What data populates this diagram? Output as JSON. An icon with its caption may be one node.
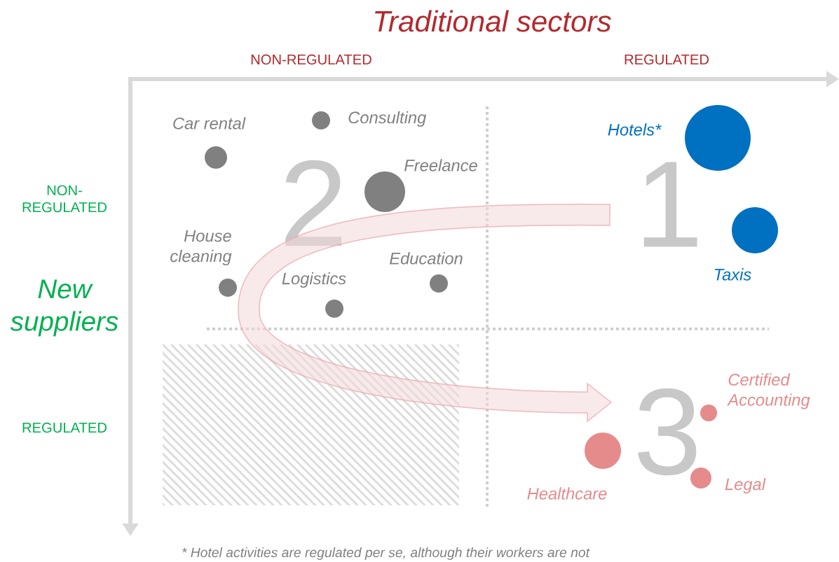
{
  "diagram": {
    "title": "Traditional sectors",
    "caption": "* Hotel activities are regulated per se, although their workers are not",
    "nodes": [
      {
        "text": [
          "2"
        ]
      },
      {
        "text": [
          "1"
        ]
      },
      {
        "text": [],
        "shape": "circle",
        "beside": [
          "Car rental"
        ]
      },
      {
        "text": [],
        "shape": "circle",
        "beside": [
          "Consulting"
        ]
      },
      {
        "text": [],
        "shape": "circle",
        "beside": [
          "Freelance"
        ]
      },
      {
        "text": [],
        "shape": "circle",
        "beside": [
          "House cleaning"
        ]
      },
      {
        "text": [],
        "shape": "circle",
        "beside": [
          "Logistics"
        ]
      },
      {
        "text": [],
        "shape": "circle",
        "beside": [
          "Education"
        ]
      },
      {
        "text": [],
        "shape": "circle",
        "beside": [
          "Hotels*"
        ]
      },
      {
        "text": [],
        "shape": "circle",
        "beside": [
          "Taxis"
        ]
      },
      {
        "text": [
          "3"
        ]
      },
      {
        "text": [],
        "shape": "circle",
        "beside": [
          "Certified Accounting"
        ]
      },
      {
        "text": [],
        "shape": "circle",
        "beside": [
          "Healthcare"
        ]
      },
      {
        "text": [],
        "shape": "circle",
        "beside": [
          "Legal"
        ]
      }
    ],
    "edges": [
      {
        "from": 1,
        "to": 10,
        "arrow": "to"
      }
    ],
    "labels": [
      "NON-REGULATED",
      "REGULATED",
      "NON-REGULATED",
      "New suppliers",
      "REGULATED"
    ]
  }
}
